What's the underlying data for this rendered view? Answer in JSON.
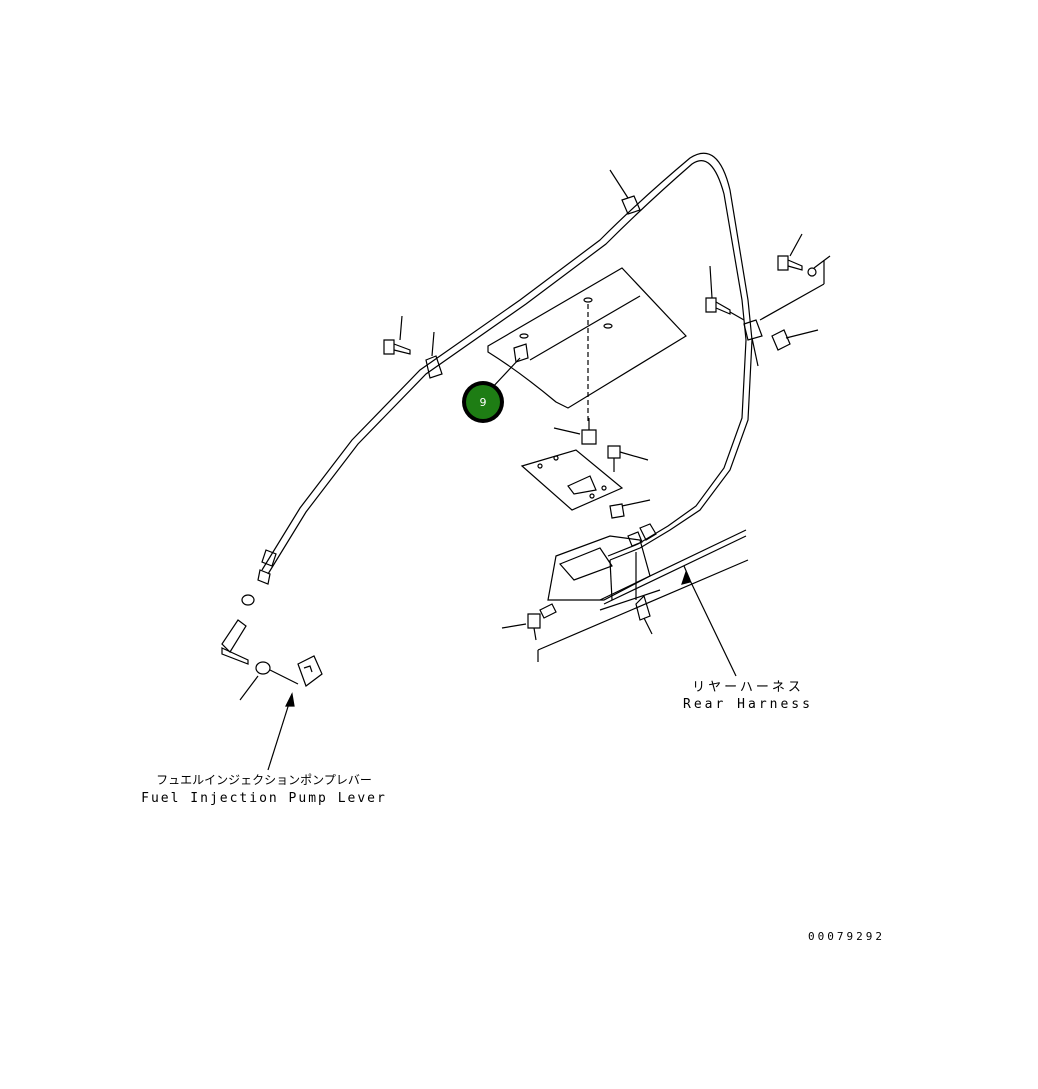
{
  "callouts": [
    {
      "number": "9"
    }
  ],
  "labels": {
    "rear_harness_jp": "リヤーハーネス",
    "rear_harness_en": "Rear Harness",
    "pump_lever_jp": "フュエルインジェクションポンプレバー",
    "pump_lever_en": "Fuel Injection Pump Lever",
    "drawing_number": "00079292"
  }
}
